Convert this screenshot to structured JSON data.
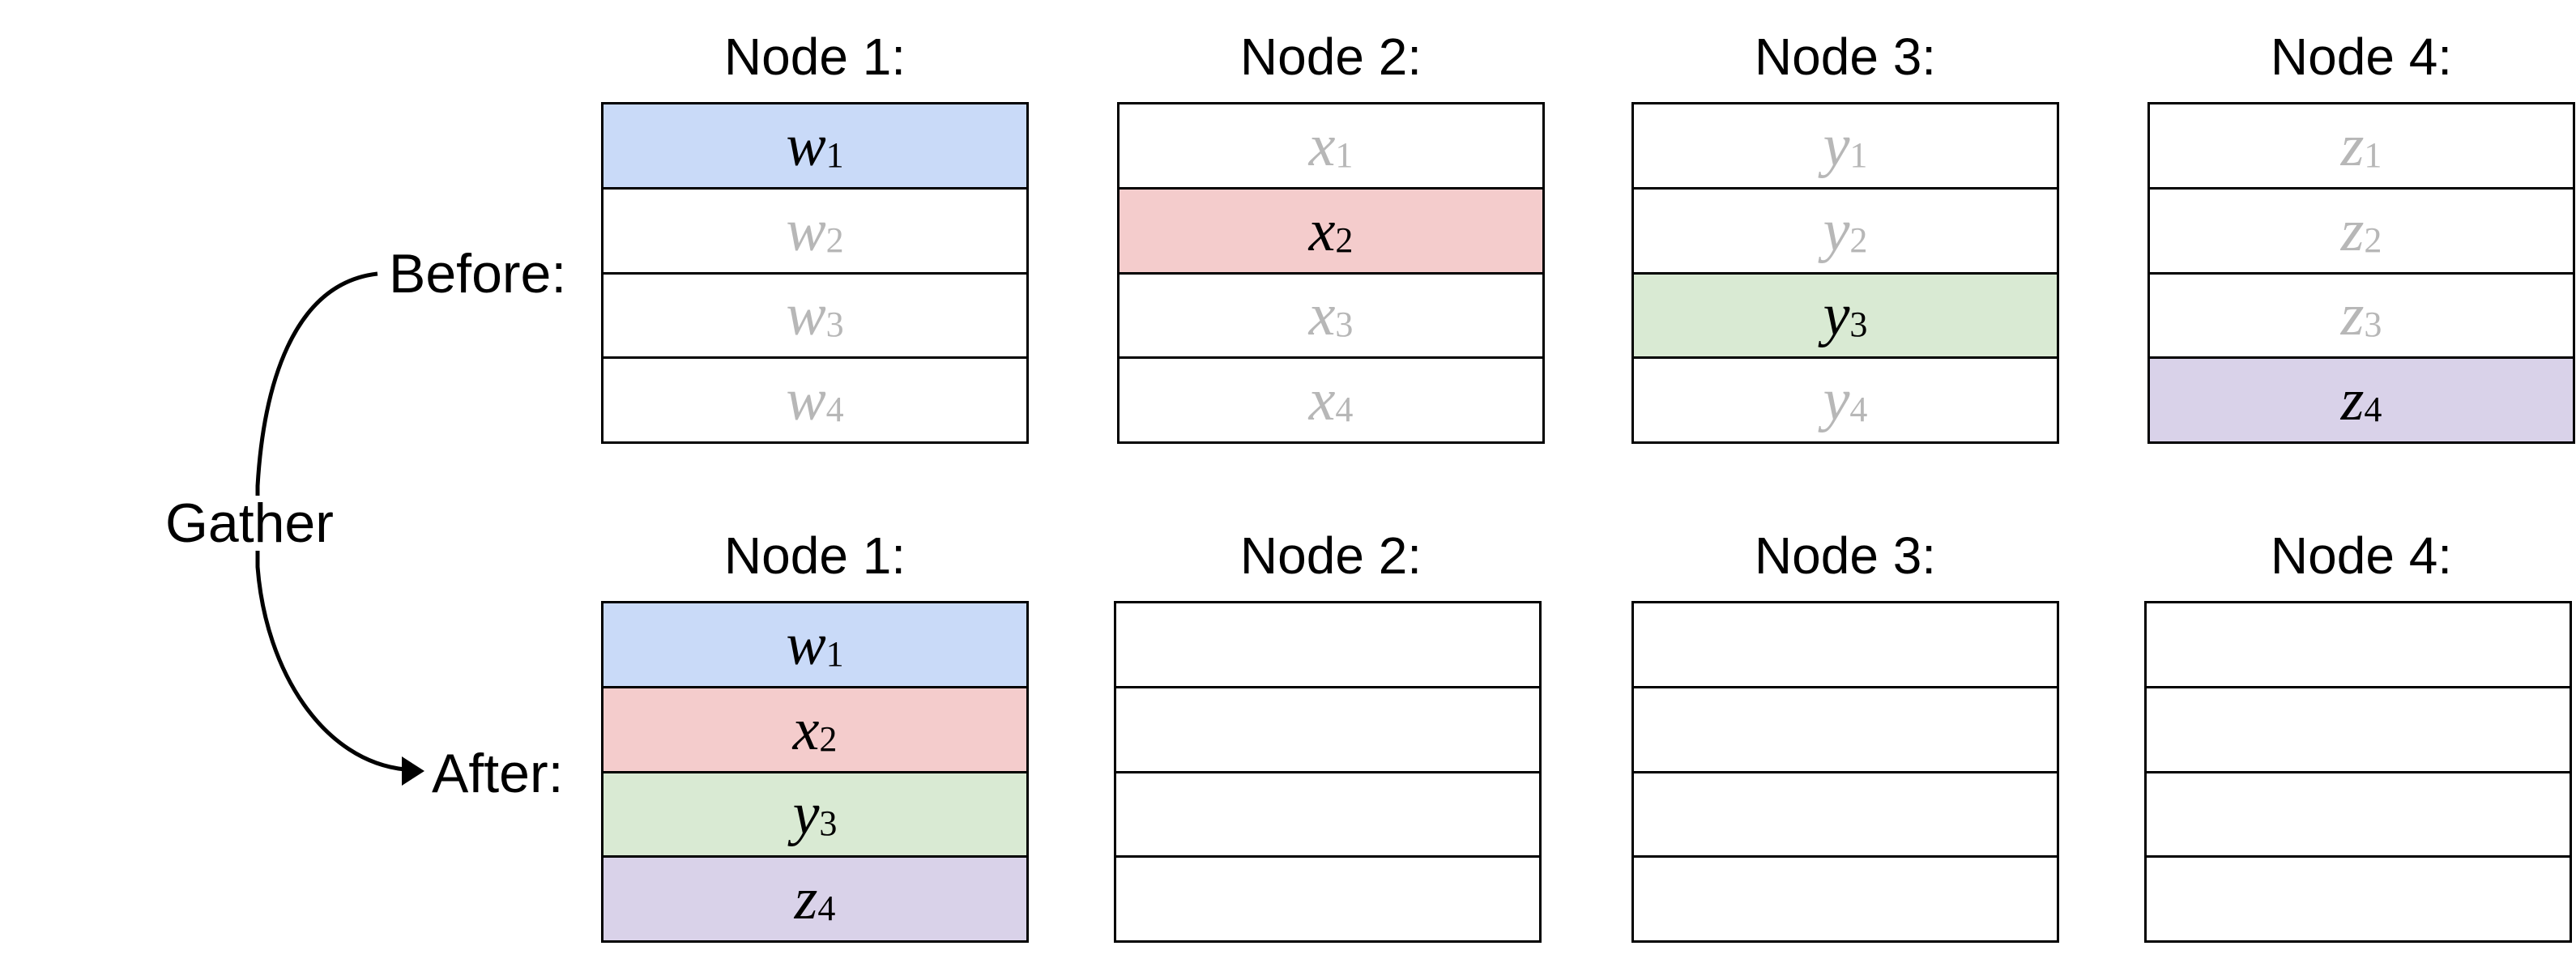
{
  "labels": {
    "before": "Before:",
    "after": "After:",
    "operation": "Gather"
  },
  "colors": {
    "highlight_blue": "#c9daf8",
    "highlight_red": "#f4cccc",
    "highlight_green": "#d9ead3",
    "highlight_purple": "#d9d2e9",
    "active_text": "#000000",
    "inactive_text": "#b7b7b7"
  },
  "before": {
    "nodes": [
      {
        "title": "Node 1:",
        "cells": [
          {
            "var": "w",
            "sub": "1",
            "highlight": "#c9daf8"
          },
          {
            "var": "w",
            "sub": "2",
            "highlight": null
          },
          {
            "var": "w",
            "sub": "3",
            "highlight": null
          },
          {
            "var": "w",
            "sub": "4",
            "highlight": null
          }
        ]
      },
      {
        "title": "Node 2:",
        "cells": [
          {
            "var": "x",
            "sub": "1",
            "highlight": null
          },
          {
            "var": "x",
            "sub": "2",
            "highlight": "#f4cccc"
          },
          {
            "var": "x",
            "sub": "3",
            "highlight": null
          },
          {
            "var": "x",
            "sub": "4",
            "highlight": null
          }
        ]
      },
      {
        "title": "Node 3:",
        "cells": [
          {
            "var": "y",
            "sub": "1",
            "highlight": null
          },
          {
            "var": "y",
            "sub": "2",
            "highlight": null
          },
          {
            "var": "y",
            "sub": "3",
            "highlight": "#d9ead3"
          },
          {
            "var": "y",
            "sub": "4",
            "highlight": null
          }
        ]
      },
      {
        "title": "Node 4:",
        "cells": [
          {
            "var": "z",
            "sub": "1",
            "highlight": null
          },
          {
            "var": "z",
            "sub": "2",
            "highlight": null
          },
          {
            "var": "z",
            "sub": "3",
            "highlight": null
          },
          {
            "var": "z",
            "sub": "4",
            "highlight": "#d9d2e9"
          }
        ]
      }
    ]
  },
  "after": {
    "nodes": [
      {
        "title": "Node 1:",
        "cells": [
          {
            "var": "w",
            "sub": "1",
            "highlight": "#c9daf8"
          },
          {
            "var": "x",
            "sub": "2",
            "highlight": "#f4cccc"
          },
          {
            "var": "y",
            "sub": "3",
            "highlight": "#d9ead3"
          },
          {
            "var": "z",
            "sub": "4",
            "highlight": "#d9d2e9"
          }
        ]
      },
      {
        "title": "Node 2:",
        "cells": [
          {
            "var": "",
            "sub": "",
            "highlight": null
          },
          {
            "var": "",
            "sub": "",
            "highlight": null
          },
          {
            "var": "",
            "sub": "",
            "highlight": null
          },
          {
            "var": "",
            "sub": "",
            "highlight": null
          }
        ]
      },
      {
        "title": "Node 3:",
        "cells": [
          {
            "var": "",
            "sub": "",
            "highlight": null
          },
          {
            "var": "",
            "sub": "",
            "highlight": null
          },
          {
            "var": "",
            "sub": "",
            "highlight": null
          },
          {
            "var": "",
            "sub": "",
            "highlight": null
          }
        ]
      },
      {
        "title": "Node 4:",
        "cells": [
          {
            "var": "",
            "sub": "",
            "highlight": null
          },
          {
            "var": "",
            "sub": "",
            "highlight": null
          },
          {
            "var": "",
            "sub": "",
            "highlight": null
          },
          {
            "var": "",
            "sub": "",
            "highlight": null
          }
        ]
      }
    ]
  }
}
